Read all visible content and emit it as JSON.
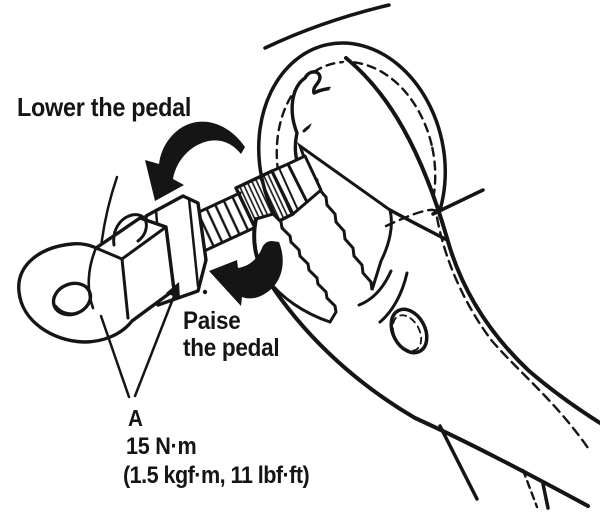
{
  "figure": {
    "annotations": {
      "lower_pedal_label": "Lower the pedal",
      "raise_pedal_line1": "Paise",
      "raise_pedal_line2": "the pedal",
      "callout_letter": "A",
      "torque_si": "15 N·m",
      "torque_alt": "(1.5 kgf·m, 11 lbf·ft)"
    },
    "icons": {
      "arrow_top": "curved-rotation-arrow-counterclockwise",
      "arrow_bottom": "curved-rotation-arrow-clockwise",
      "leader_arrowhead": "small-solid-arrowhead"
    },
    "style": {
      "ink_color": "#151515",
      "background_color": "#ffffff"
    }
  }
}
